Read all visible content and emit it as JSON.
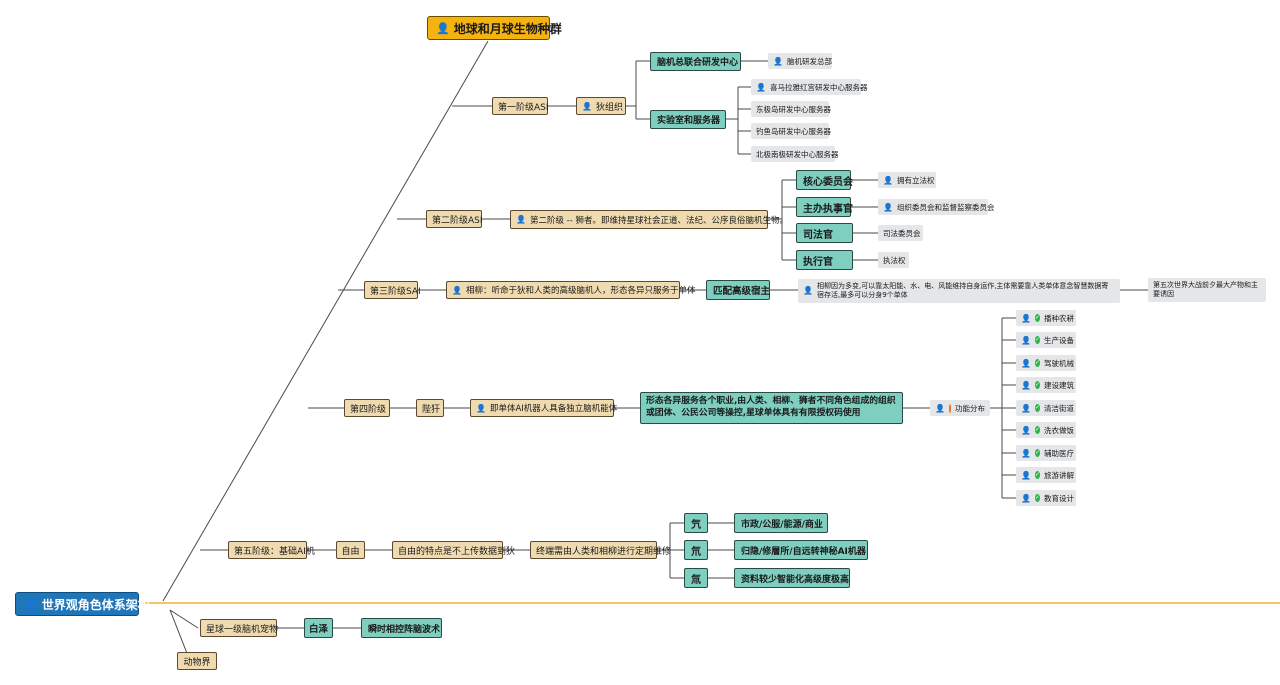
{
  "root": {
    "label": "世界观角色体系架构"
  },
  "top": {
    "label": "地球和月球生物种群"
  },
  "stage1": {
    "label": "第一阶级ASI",
    "sub": "狄组织",
    "centers": [
      {
        "label": "脑机总联合研发中心",
        "children": [
          "脑机研发总部"
        ]
      },
      {
        "label": "实验室和服务器",
        "children": [
          "喜马拉雅红宫研发中心服务器",
          "东极岛研发中心服务器",
          "钓鱼岛研发中心服务器",
          "北极南极研发中心服务器"
        ]
      }
    ]
  },
  "stage2": {
    "label": "第二阶级ASI",
    "desc": "第二阶级 -- 狮者。即维持星球社会正道、法纪、公序良俗脑机生物。",
    "roles": [
      {
        "label": "核心委员会",
        "note": "拥有立法权"
      },
      {
        "label": "主办执事官",
        "note": "组织委员会和监督监察委员会"
      },
      {
        "label": "司法官",
        "note": "司法委员会"
      },
      {
        "label": "执行官",
        "note": "执法权"
      }
    ]
  },
  "stage3": {
    "label": "第三阶级SAI",
    "desc": "相柳：听命于狄和人类的高级脑机人，形态各异只服务于单体",
    "host": "匹配高级宿主",
    "host_note": "相柳因为多变,可以靠太阳能、水、电、风能维持自身运作,主体需要靠人类单体意念智慧数据寄宿存活,最多可以分身9个单体",
    "extra": "第五次世界大战前夕最大产物和主要诱因"
  },
  "stage4": {
    "label": "第四阶级",
    "sub": "陛犴",
    "desc": "即单体AI机器人具备独立脑机能体",
    "big": "形态各异服务各个职业,由人类、相柳、狮者不同角色组成的组织或团体、公民公司等操控,星球单体具有有限授权码使用",
    "func": "功能分布",
    "functions": [
      "播种农耕",
      "生产设备",
      "驾驶机械",
      "建设建筑",
      "清洁街道",
      "洗衣做饭",
      "辅助医疗",
      "旅游讲解",
      "教育设计"
    ]
  },
  "stage5": {
    "label": "第五阶级：基础AI机",
    "sub": "自由",
    "desc": "自由的特点是不上传数据到狄",
    "maint": "终端需由人类和相柳进行定期维修",
    "kinds": [
      {
        "label": "氕",
        "note": "市政/公服/能源/商业"
      },
      {
        "label": "氘",
        "note": "归隐/修層所/自远转神秘AI机器"
      },
      {
        "label": "氚",
        "note": "资料较少智能化高级度极高"
      }
    ]
  },
  "planet": {
    "label": "星球一级脑机宠物",
    "sub": "白泽",
    "desc": "瞬时相控阵脑波术"
  },
  "animal": {
    "label": "动物界"
  },
  "colors": {
    "tan": "#f0dbb0",
    "teal": "#7fcfc0",
    "gray": "#e4e6e8",
    "gold": "#f5b30f",
    "blue": "#1f76b8",
    "orange_line": "#f0b030"
  },
  "icons": {
    "person": "person-icon",
    "check": "check-icon",
    "warning": "warning-icon"
  }
}
